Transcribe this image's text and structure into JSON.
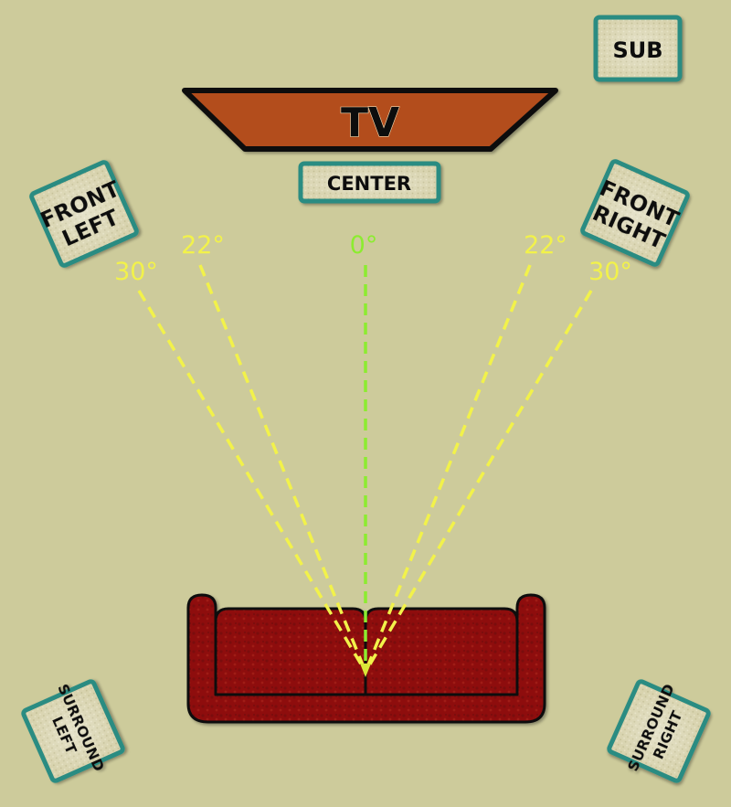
{
  "colors": {
    "background": "#cdcb9b",
    "speaker_border": "#2a8c82",
    "speaker_fill": "#d8d3ae",
    "tv_fill": "#b34d1c",
    "couch_fill": "#8e0d0d",
    "line_yellow": "#f2f24a",
    "line_green": "#8cec30"
  },
  "tv": {
    "label": "TV"
  },
  "speakers": {
    "center": "CENTER",
    "sub": "SUB",
    "front_left": [
      "FRONT",
      "LEFT"
    ],
    "front_right": [
      "FRONT",
      "RIGHT"
    ],
    "surround_left": [
      "SURROUND",
      "LEFT"
    ],
    "surround_right": [
      "SURROUND",
      "RIGHT"
    ]
  },
  "angles": {
    "zero": "0°",
    "left_22": "22°",
    "right_22": "22°",
    "left_30": "30°",
    "right_30": "30°"
  }
}
